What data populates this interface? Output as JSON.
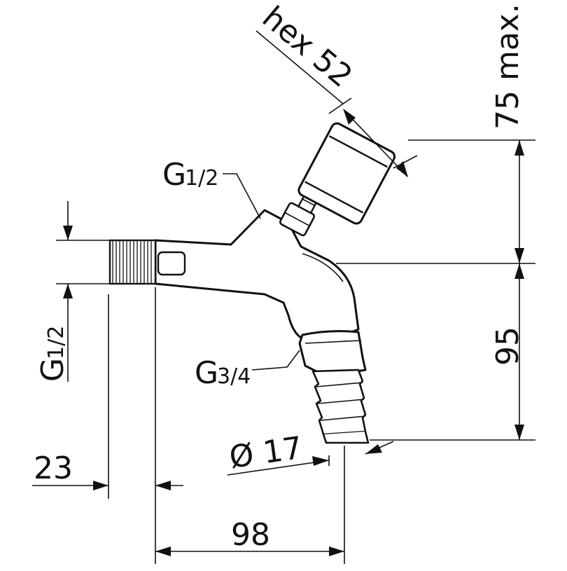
{
  "labels": {
    "hex": "hex 52",
    "height_max": "75 max.",
    "height_outlet": "95",
    "thread_top_main": "G",
    "thread_top_frac": "1/2",
    "thread_left_main": "G",
    "thread_left_frac": "1/2",
    "thread_outlet_main": "G",
    "thread_outlet_frac": "3/4",
    "diameter": "Ø 17",
    "inlet_length": "23",
    "outlet_offset": "98"
  }
}
